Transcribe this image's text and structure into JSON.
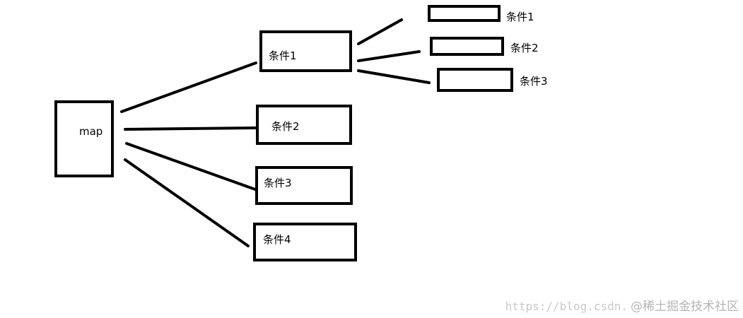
{
  "diagram": {
    "root": {
      "label": "map"
    },
    "level1": [
      {
        "label": "条件1"
      },
      {
        "label": "条件2"
      },
      {
        "label": "条件3"
      },
      {
        "label": "条件4"
      }
    ],
    "level2": [
      {
        "label": "条件1"
      },
      {
        "label": "条件2"
      },
      {
        "label": "条件3"
      }
    ]
  },
  "watermark": {
    "url": "https://blog.csdn.",
    "brand": "@稀土掘金技术社区"
  },
  "colors": {
    "stroke": "#000000",
    "background": "#ffffff",
    "watermark": "#b5b5b5"
  }
}
